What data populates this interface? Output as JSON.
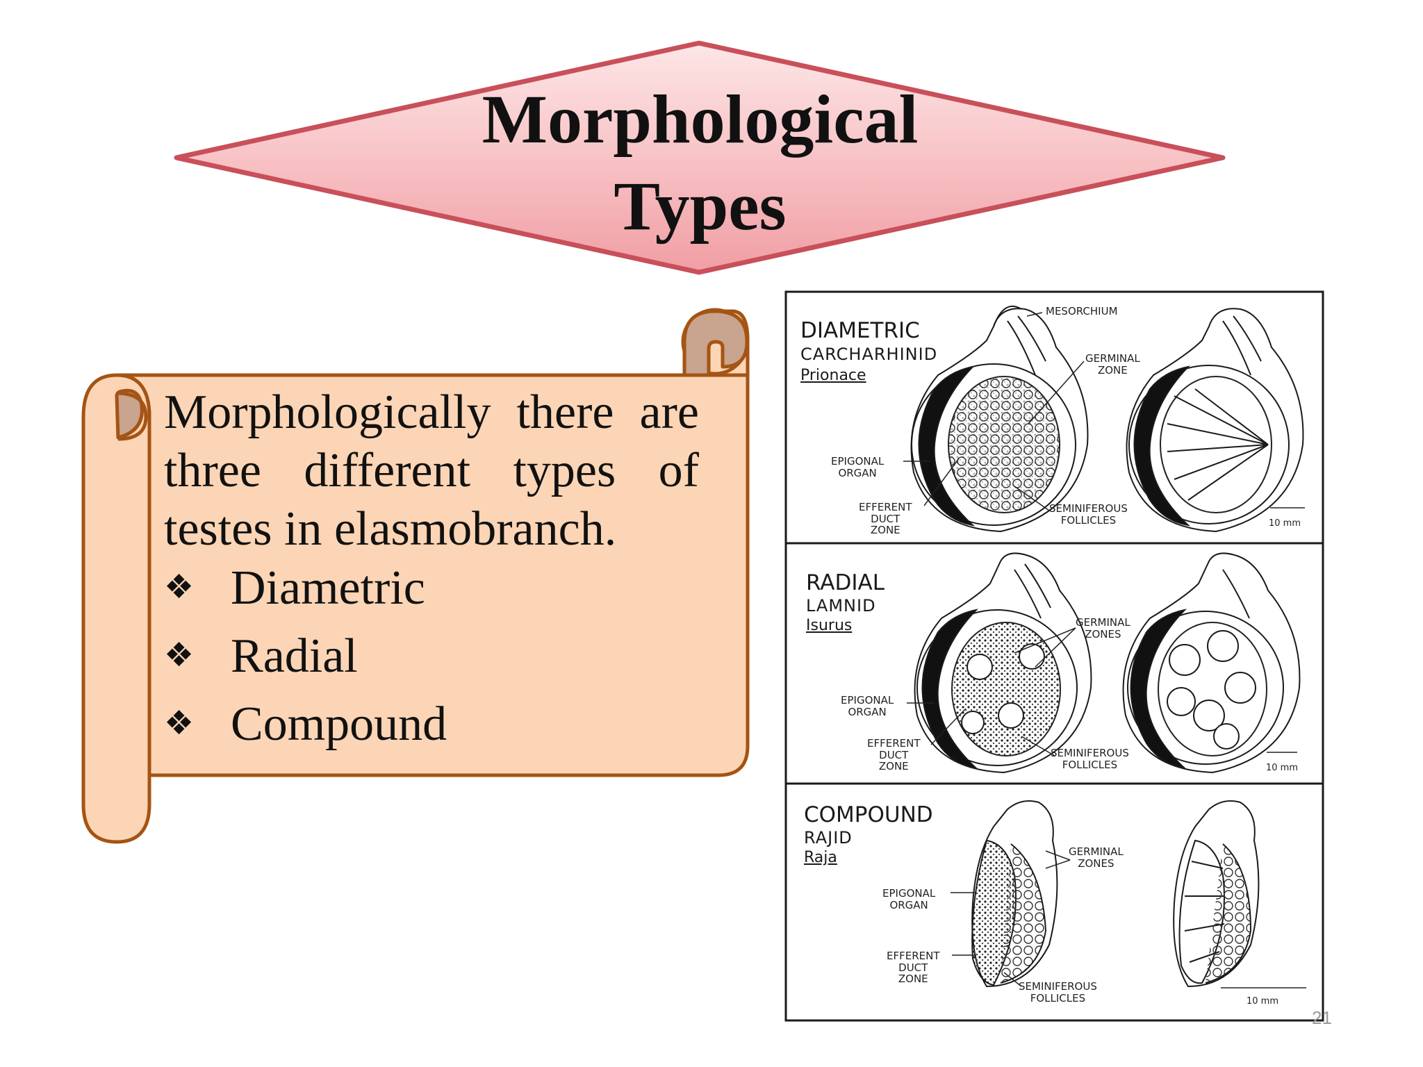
{
  "slide": {
    "title_line1": "Morphological",
    "title_line2": "Types",
    "paragraph": "Morphologically there are three different types of testes in elasmobranch.",
    "bullet_symbol": "❖",
    "bullets": [
      "Diametric",
      "Radial",
      "Compound"
    ],
    "page_number": "21"
  },
  "figure": {
    "panels": [
      {
        "title": "DIAMETRIC",
        "subtitle": "CARCHARHINID",
        "genus": "Prionace",
        "labels": {
          "mesorchium": "MESORCHIUM",
          "germinal": "GERMINAL\nZONE",
          "epigonal": "EPIGONAL\nORGAN",
          "efferent": "EFFERENT\nDUCT\nZONE",
          "seminiferous": "SEMINIFEROUS\nFOLLICLES",
          "scale": "10 mm"
        }
      },
      {
        "title": "RADIAL",
        "subtitle": "LAMNID",
        "genus": "Isurus",
        "labels": {
          "germinal": "GERMINAL\nZONES",
          "epigonal": "EPIGONAL\nORGAN",
          "efferent": "EFFERENT\nDUCT\nZONE",
          "seminiferous": "SEMINIFEROUS\nFOLLICLES",
          "scale": "10 mm"
        }
      },
      {
        "title": "COMPOUND",
        "subtitle": "RAJID",
        "genus": "Raja",
        "labels": {
          "germinal": "GERMINAL\nZONES",
          "epigonal": "EPIGONAL\nORGAN",
          "efferent": "EFFERENT\nDUCT\nZONE",
          "seminiferous": "SEMINIFEROUS\nFOLLICLES",
          "scale": "10 mm"
        }
      }
    ]
  },
  "colors": {
    "diamond_fill_top": "#fde3e4",
    "diamond_fill_bottom": "#f2a2a7",
    "diamond_stroke": "#c8505a",
    "scroll_fill": "#fbd5b5",
    "scroll_stroke": "#a45414",
    "scroll_curl": "#c9a48e"
  }
}
